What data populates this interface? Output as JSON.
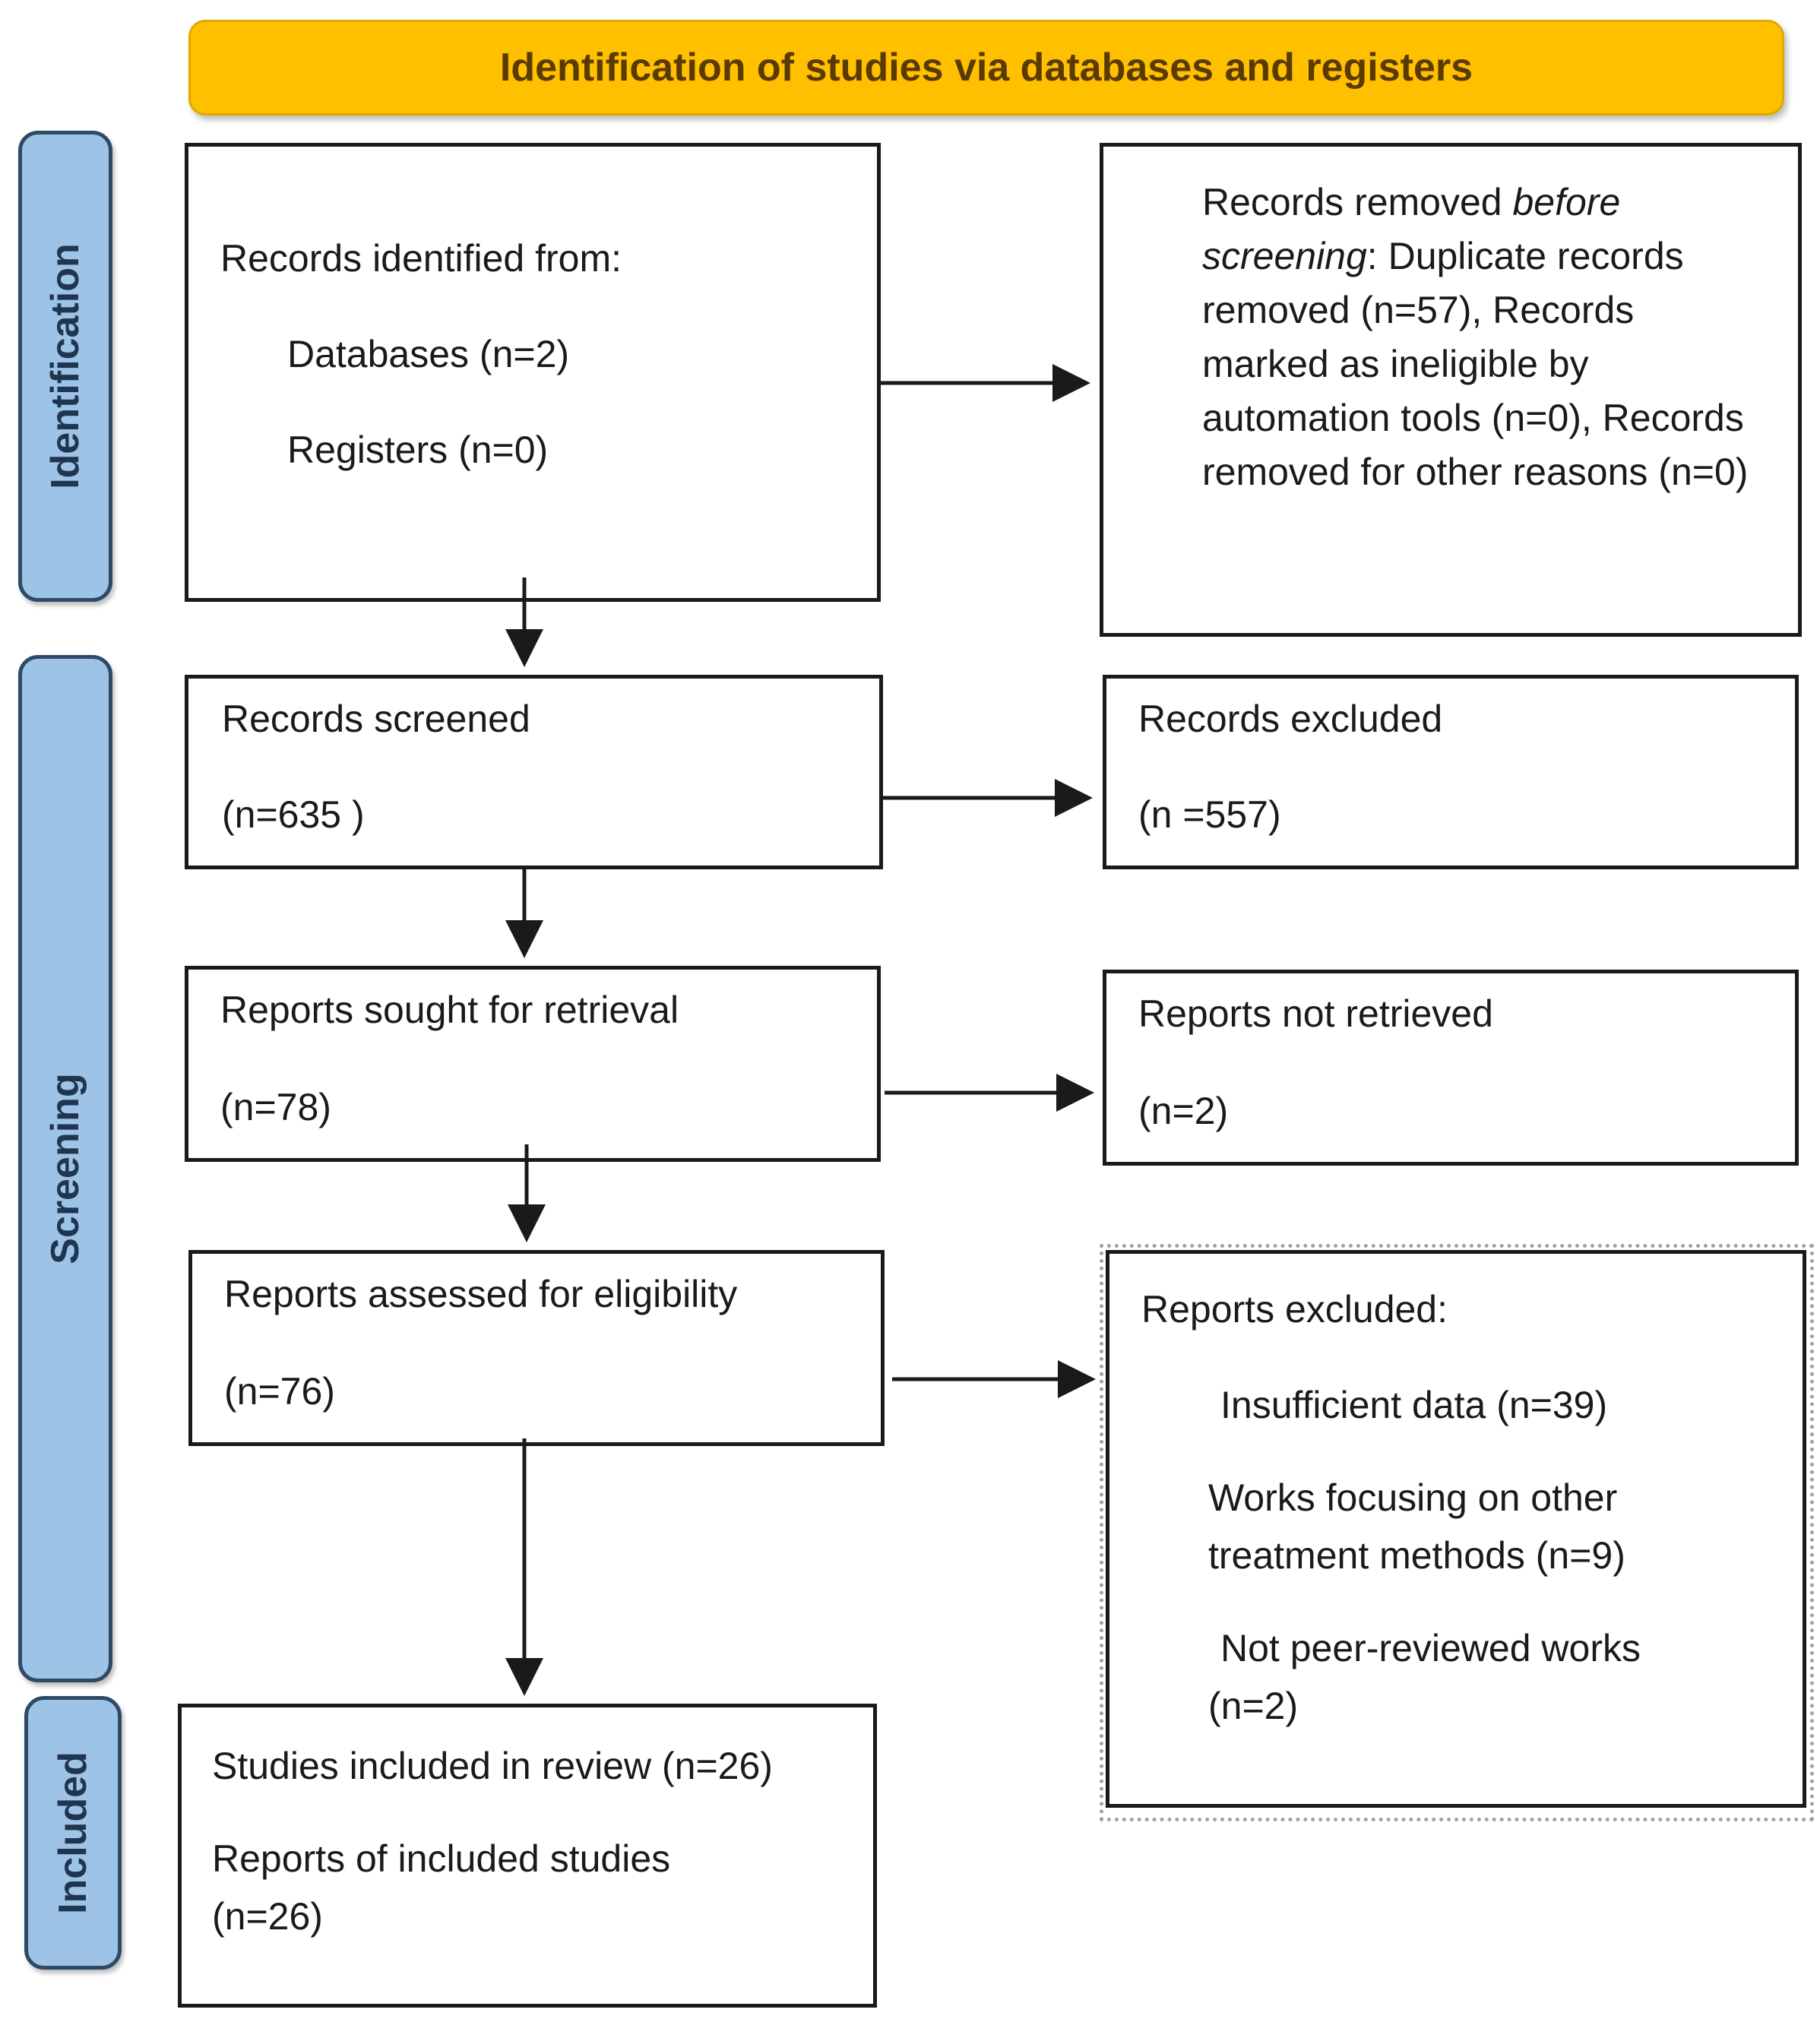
{
  "header": {
    "title": "Identification of studies via databases and registers"
  },
  "phases": {
    "identification": "Identification",
    "screening": "Screening",
    "included": "Included"
  },
  "identified": {
    "heading": "Records identified from:",
    "databases": "Databases (n=2)",
    "registers": "Registers (n=0)"
  },
  "removed": {
    "prefix": "Records removed ",
    "italic": "before screening",
    "rest": ": Duplicate records removed  (n=57), Records marked as ineligible by automation tools (n=0), Records removed for other reasons (n=0)"
  },
  "screened": {
    "label": "Records screened",
    "count": "(n=635 )"
  },
  "excluded": {
    "label": "Records excluded",
    "count": "(n =557)"
  },
  "sought": {
    "label": "Reports sought for retrieval",
    "count": "(n=78)"
  },
  "not_retrieved": {
    "label": "Reports not retrieved",
    "count": "(n=2)"
  },
  "assessed": {
    "label": "Reports assessed for eligibility",
    "count": "(n=76)"
  },
  "reports_excluded": {
    "heading": "Reports excluded:",
    "reason1": "Insufficient data (n=39)",
    "reason2_line1": "Works focusing on other",
    "reason2_line2": "treatment methods (n=9)",
    "reason3_line1": "Not peer-reviewed works",
    "reason3_line2": "(n=2)"
  },
  "included": {
    "studies": "Studies included in review  (n=26)",
    "reports_line1": "Reports of included studies",
    "reports_line2": "(n=26)"
  }
}
